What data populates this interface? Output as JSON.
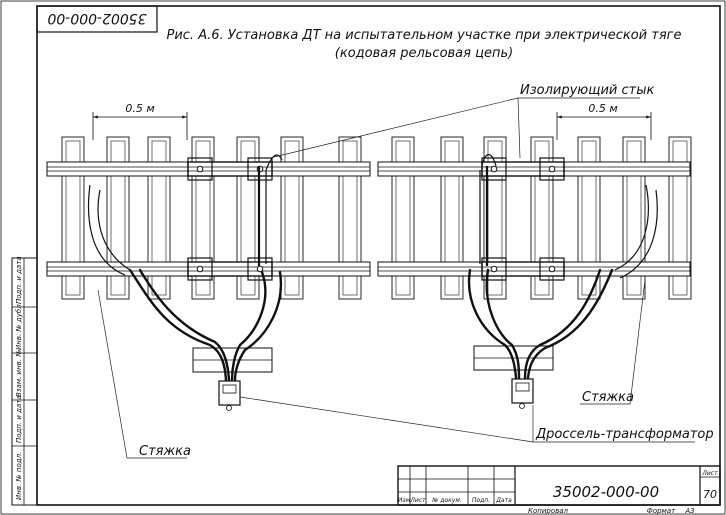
{
  "stamp_code": "35002-000-00",
  "title_line1": "Рис. А.6. Установка ДТ на испытательном участке при электрической тяге",
  "title_line2": "(кодовая рельсовая цепь)",
  "labels": {
    "insulating_joint": "Изолирующий стык",
    "distance_left": "0.5 м",
    "distance_right": "0.5 м",
    "tie_right": "Стяжка",
    "tie_left": "Стяжка",
    "choke_transformer": "Дроссель-трансформатор"
  },
  "side_panel": [
    "Инв. № подл.",
    "Подп. и дата",
    "Взам. инв. №",
    "Инв. № дубл.",
    "Подп. и дата"
  ],
  "title_block": {
    "columns": [
      "Изм",
      "Лист",
      "№ докум.",
      "Подп.",
      "Дата"
    ],
    "designation": "35002-000-00",
    "sheet_label": "Лист",
    "sheet_number": "70",
    "copied": "Копировал",
    "format_label": "Формат",
    "format_value": "А3"
  }
}
